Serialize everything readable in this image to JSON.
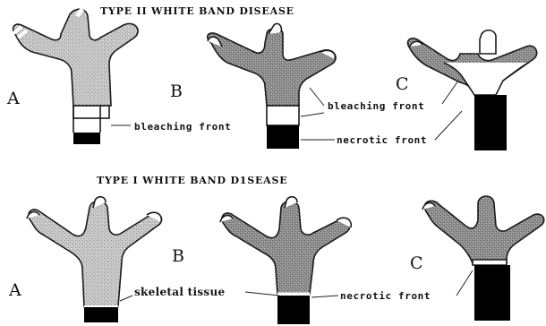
{
  "titles": {
    "top": "TYPE II WHITE BAND DISEASE",
    "bottom": "TYPE I WHITE BAND D1SEASE"
  },
  "panels": {
    "a": "A",
    "b": "B",
    "c": "C"
  },
  "labels": {
    "bleaching_front": "bleaching front",
    "necrotic_front": "necrotic front",
    "skeletal_tissue": "skeletal tissue"
  },
  "colors": {
    "healthy_tissue_light": "#b9b9b9",
    "healthy_tissue_dark": "#7e7e7e",
    "bleached": "#ffffff",
    "necrotic": "#000000"
  }
}
